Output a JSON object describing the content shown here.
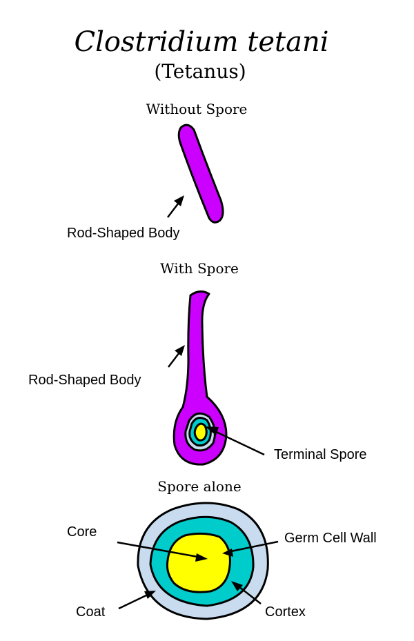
{
  "title": "Clostridium tetani",
  "subtitle": "(Tetanus)",
  "sections": {
    "without_spore": {
      "heading": "Without Spore",
      "labels": {
        "body": "Rod-Shaped Body"
      }
    },
    "with_spore": {
      "heading": "With Spore",
      "labels": {
        "body": "Rod-Shaped Body",
        "spore": "Terminal Spore"
      }
    },
    "spore_alone": {
      "heading": "Spore alone",
      "labels": {
        "core": "Core",
        "germ_cell_wall": "Germ Cell Wall",
        "coat": "Coat",
        "cortex": "Cortex"
      }
    }
  },
  "colors": {
    "body": "#cc00ff",
    "coat": "#c9dcef",
    "cortex": "#00cccc",
    "core": "#ffff00",
    "outline": "#000000"
  }
}
